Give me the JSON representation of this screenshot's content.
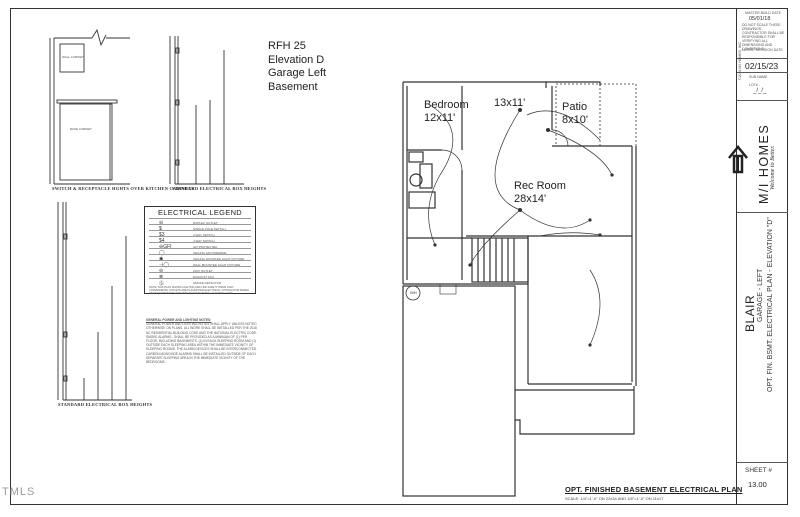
{
  "title_block": {
    "master_build_date_label": "MASTER BUILD DATE",
    "master_build_date": "05/01/18",
    "copyright": "©2018 M/I HOMES, INC.",
    "revision_notes": "DO NOT SCALE THESE DRAWINGS. CONTRACTOR SHALL BE RESPONSIBLE FOR VERIFYING ALL DIMENSIONS AND CONDITIONS",
    "latest_revision_label": "LATEST REVISION DATE",
    "latest_revision_date": "02/15/23",
    "sub_name_label": "SUB NAME",
    "lot_label": "LOT# -",
    "date_blank": "_/_/_",
    "brand_name": "M/I HOMES",
    "brand_tagline": "Welcome to Better.",
    "plan_name": "BLAIR",
    "garage": "GARAGE - LEFT",
    "sheet_desc": "OPT. FIN. BSMT. ELECTRICAL PLAN - ELEVATION \"D\"",
    "sheet_label": "SHEET #",
    "sheet_number": "13.00"
  },
  "header_note": {
    "line1": "RFH 25",
    "line2": "Elevation D",
    "line3": "Garage Left",
    "line4": "Basement"
  },
  "details": {
    "kitchen_caption": "SWITCH & RECEPTACLE HGHTS OVER KITCHEN CABINETS",
    "box_caption_top": "STANDARD ELECTRICAL BOX HEIGHTS",
    "box_caption_bottom": "STANDARD ELECTRICAL BOX HEIGHTS",
    "wall_cabinet": "WALL CABINET",
    "base_cabinet": "BASE CABINET"
  },
  "legend": {
    "title": "ELECTRICAL LEGEND",
    "rows": [
      {
        "symbol": "⊖",
        "label": "DUPLEX OUTLET"
      },
      {
        "symbol": "$",
        "label": "SINGLE POLE SWITCH"
      },
      {
        "symbol": "$3",
        "label": "3 WAY SWITCH"
      },
      {
        "symbol": "$4",
        "label": "4 WAY SWITCH"
      },
      {
        "symbol": "⊖GFI",
        "label": "GFI PROTECTED"
      },
      {
        "symbol": "◯",
        "label": "CEILING FAN PREWIRE"
      },
      {
        "symbol": "◉",
        "label": "CEILING MOUNTED LIGHT FIXTURE"
      },
      {
        "symbol": "⊣◯",
        "label": "WALL MOUNTED LIGHT FIXTURE"
      },
      {
        "symbol": "⊖",
        "label": "220V OUTLET"
      },
      {
        "symbol": "⊗",
        "label": "EXHAUST FAN"
      },
      {
        "symbol": "Ⓢ",
        "label": "SMOKE DETECTOR"
      }
    ],
    "footnote": "NOTE: THIS PLAN SHOWS LIGHTING AND LIFE SAFETY ITEMS ONLY. CONVENIENCE OUTLETS ARE PLACED PER ELECTRICAL CONTRACTOR BASED ON REQUIREMENTS OUTLINED IN THE NATIONAL ELECTRIC CODE."
  },
  "notes": {
    "heading": "GENERAL POWER AND LIGHTING NOTES:",
    "body": "GENERAL POWER AND LIGHTING NOTES SHALL APPLY UNLESS NOTED OTHERWISE ON PLANS. ALL WORK SHALL BE INSTALLED PER THE 2018 NC RESIDENTIAL BUILDING CODE AND THE NATIONAL ELECTRIC CODE. SMOKE ALARMS - SHALL BE PROVIDED AS A MINIMUM OF (1) PER FLOOR, INCLUDING BASEMENTS. (1) IN EACH SLEEPING ROOM AND (1) OUTSIDE EACH SLEEPING AREA WITHIN THE IMMEDIATE VICINITY OF SLEEPING ROOMS. THE ALARM DEVICES SHALL BE INTERCONNECTED. CARBON MONOXIDE ALARMS SHALL BE INSTALLED OUTSIDE OF EACH SEPARATE SLEEPING AREA IN THE IMMEDIATE VICINITY OF THE BEDROOMS."
  },
  "plan": {
    "rooms": {
      "bedroom": "Bedroom",
      "bedroom_size": "12x11'",
      "flex_size": "13x11'",
      "patio": "Patio",
      "patio_size": "8x10'",
      "rec_room": "Rec Room",
      "rec_room_size": "28x14'",
      "wh": "WH"
    },
    "title": "OPT. FINISHED BASEMENT ELECTRICAL PLAN",
    "scale": "SCALE: 1/4\"=1'-0\" ON 22x34 AND 1/8\"=1'-0\" ON 11x17"
  },
  "watermark": "TMLS"
}
